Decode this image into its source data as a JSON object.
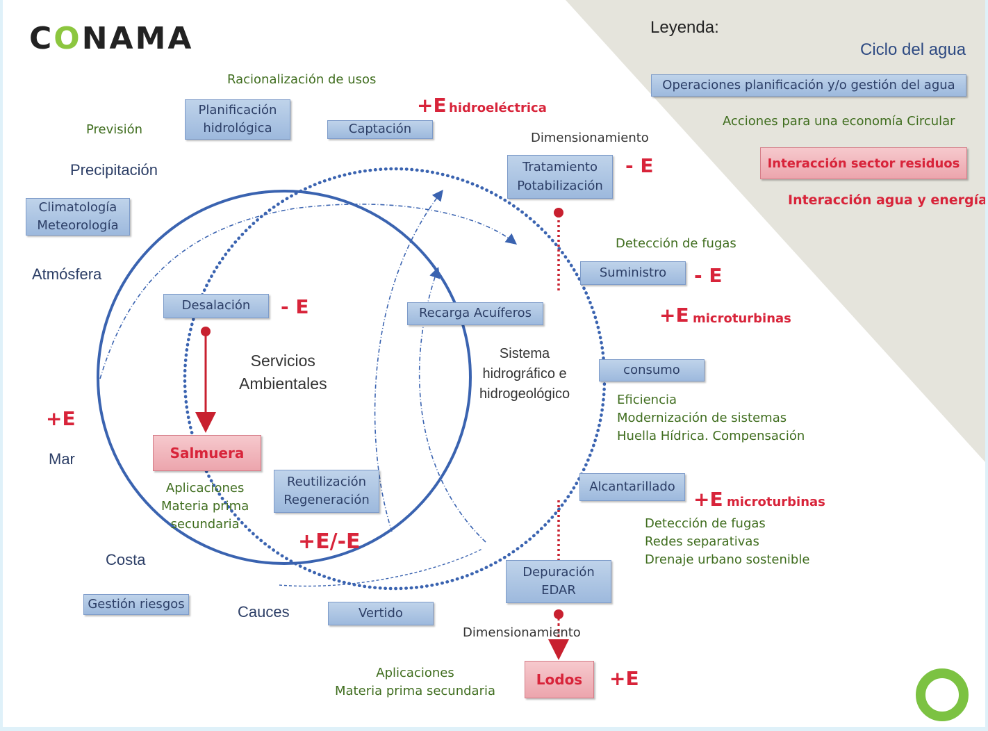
{
  "logo": "CONAMA",
  "legend": {
    "title": "Leyenda:",
    "ciclo": "Ciclo del agua",
    "operaciones": "Operaciones planificación y/o gestión del agua",
    "acciones": "Acciones para una economía Circular",
    "residuos": "Interacción sector residuos",
    "energia": "Interacción agua y energía"
  },
  "cycle": {
    "precipitacion": "Precipitación",
    "atmosfera": "Atmósfera",
    "mar": "Mar",
    "costa": "Costa",
    "cauces": "Cauces",
    "servicios": [
      "Servicios",
      "Ambientales"
    ],
    "sistema": [
      "Sistema",
      "hidrográfico e",
      "hidrogeológico"
    ]
  },
  "operations": {
    "planificacion": [
      "Planificación",
      "hidrológica"
    ],
    "captacion": "Captación",
    "climatologia": [
      "Climatología",
      "Meteorología"
    ],
    "desalacion": "Desalación",
    "recarga": "Recarga Acuíferos",
    "tratamiento": [
      "Tratamiento",
      "Potabilización"
    ],
    "suministro": "Suministro",
    "consumo": "consumo",
    "alcantarillado": "Alcantarillado",
    "depuracion": [
      "Depuración",
      "EDAR"
    ],
    "reutilizacion": [
      "Reutilización",
      "Regeneración"
    ],
    "vertido": "Vertido",
    "gestion_riesgos": "Gestión riesgos"
  },
  "circular": {
    "racionalizacion": "Racionalización de usos",
    "prevision": "Previsión",
    "dimensionamiento_top": "Dimensionamiento",
    "deteccion_fugas": "Detección de fugas",
    "consumo_list": [
      "Eficiencia",
      "Modernización de sistemas",
      "Huella Hídrica. Compensación"
    ],
    "alcantarillado_list": [
      "Detección de fugas",
      "Redes separativas",
      "Drenaje urbano sostenible"
    ],
    "aplicaciones_salmuera": [
      "Aplicaciones",
      "Materia prima",
      "secundaria"
    ],
    "dimensionamiento_bottom": "Dimensionamiento",
    "aplicaciones_lodos": [
      "Aplicaciones",
      "Materia prima secundaria"
    ]
  },
  "waste": {
    "salmuera": "Salmuera",
    "lodos": "Lodos"
  },
  "energy": {
    "hidro_sign": "+E",
    "hidro_label": "hidroeléctrica",
    "tratamiento": "- E",
    "suministro": "- E",
    "micro1_sign": "+E",
    "micro1_label": "microturbinas",
    "desalacion": "- E",
    "mar": "+E",
    "reutilizacion": "+E/-E",
    "micro2_sign": "+E",
    "micro2_label": "microturbinas",
    "lodos": "+E"
  },
  "colors": {
    "cycle_blue": "#3a63b0",
    "box_blue": "#aac2e2",
    "waste_red": "#eca5ad",
    "energy_red": "#d8243a",
    "legend_bg": "#e5e4dc",
    "logo_green": "#8cc63f"
  }
}
